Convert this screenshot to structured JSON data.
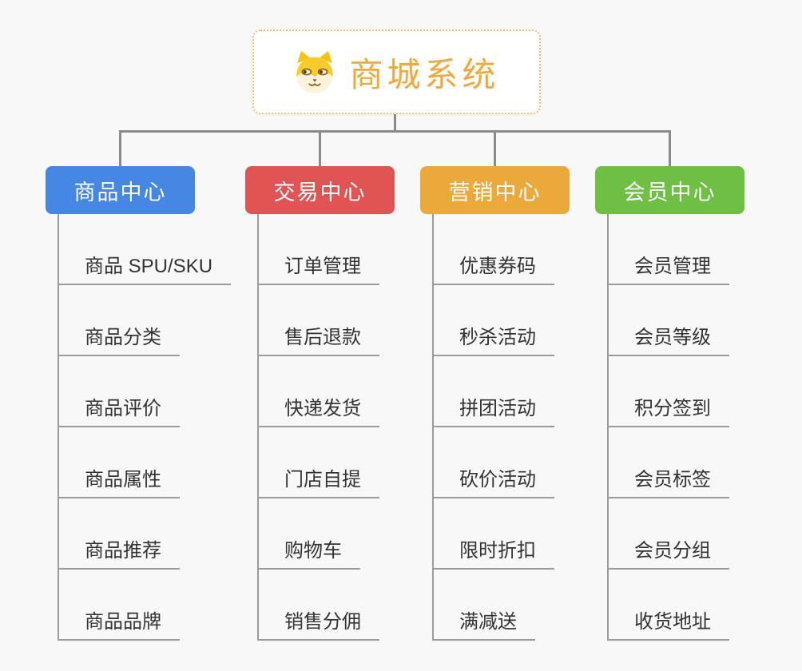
{
  "root": {
    "title": "商城系统",
    "icon": "shiba-dog-icon",
    "accent_color": "#F2A93C",
    "border_color": "#F2BE71"
  },
  "colors": {
    "background": "#F8F8F8",
    "connector_line": "#8A8A8A",
    "child_line": "#9B9B9B",
    "child_text": "#333333"
  },
  "branches": [
    {
      "label": "商品中心",
      "color": "#4587E2",
      "children": [
        "商品 SPU/SKU",
        "商品分类",
        "商品评价",
        "商品属性",
        "商品推荐",
        "商品品牌"
      ]
    },
    {
      "label": "交易中心",
      "color": "#E05553",
      "children": [
        "订单管理",
        "售后退款",
        "快递发货",
        "门店自提",
        "购物车",
        "销售分佣"
      ]
    },
    {
      "label": "营销中心",
      "color": "#EBA93C",
      "children": [
        "优惠券码",
        "秒杀活动",
        "拼团活动",
        "砍价活动",
        "限时折扣",
        "满减送"
      ]
    },
    {
      "label": "会员中心",
      "color": "#6EBF43",
      "children": [
        "会员管理",
        "会员等级",
        "积分签到",
        "会员标签",
        "会员分组",
        "收货地址"
      ]
    }
  ]
}
